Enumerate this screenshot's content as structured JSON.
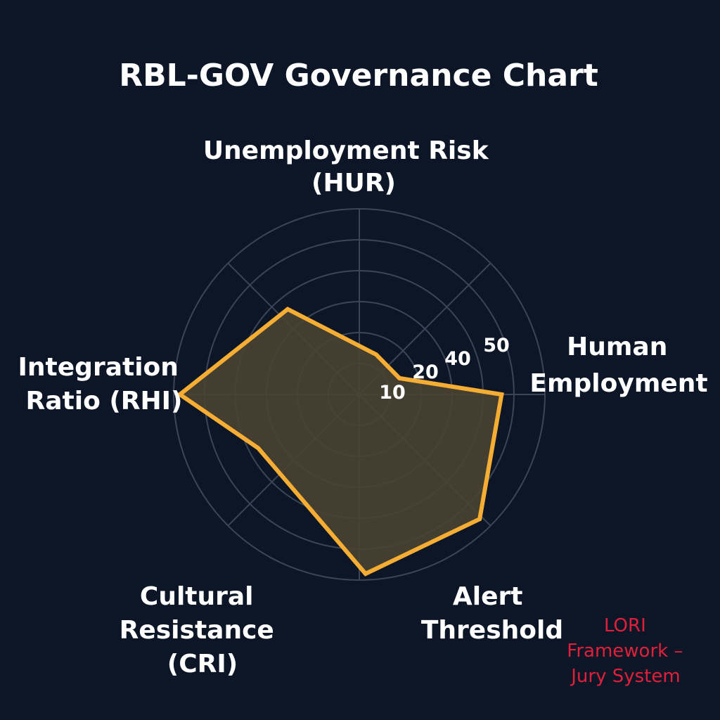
{
  "chart_data": {
    "type": "radar",
    "title": "RBL-GOV Governance Chart",
    "axes": [
      {
        "key": "hur",
        "lines": [
          "Unemployment Risk",
          "(HUR)"
        ]
      },
      {
        "key": "hem",
        "lines": [
          "Human",
          "Employment"
        ]
      },
      {
        "key": "alert",
        "lines": [
          "Alert",
          "Threshold"
        ]
      },
      {
        "key": "cri",
        "lines": [
          "Cultural",
          "Resistance",
          "(CRI)"
        ]
      },
      {
        "key": "rhi",
        "lines": [
          "Integration",
          "Ratio (RHI)"
        ]
      }
    ],
    "tick_labels": [
      "10",
      "20",
      "40",
      "50"
    ],
    "polygon": [
      {
        "angle_deg": 67,
        "value": 14
      },
      {
        "angle_deg": 130,
        "value": 36
      },
      {
        "angle_deg": 180,
        "value": 58
      },
      {
        "angle_deg": 208,
        "value": 37
      },
      {
        "angle_deg": 272,
        "value": 58
      },
      {
        "angle_deg": 314,
        "value": 56
      },
      {
        "angle_deg": 360,
        "value": 46
      },
      {
        "angle_deg": 22,
        "value": 14
      }
    ],
    "rings": [
      10,
      20,
      30,
      40,
      50,
      60
    ],
    "spoke_angles_deg": [
      0,
      45,
      90,
      135,
      180,
      225,
      270,
      315
    ],
    "grid": true,
    "colors": {
      "background": "#0c1626",
      "grid": "#3b4558",
      "series_stroke": "#f5ad33",
      "series_fill": "#4a4232",
      "text": "#ffffff",
      "footnote": "#e0203a"
    }
  },
  "footnote": [
    "LORI",
    "Framework –",
    "Jury System"
  ]
}
